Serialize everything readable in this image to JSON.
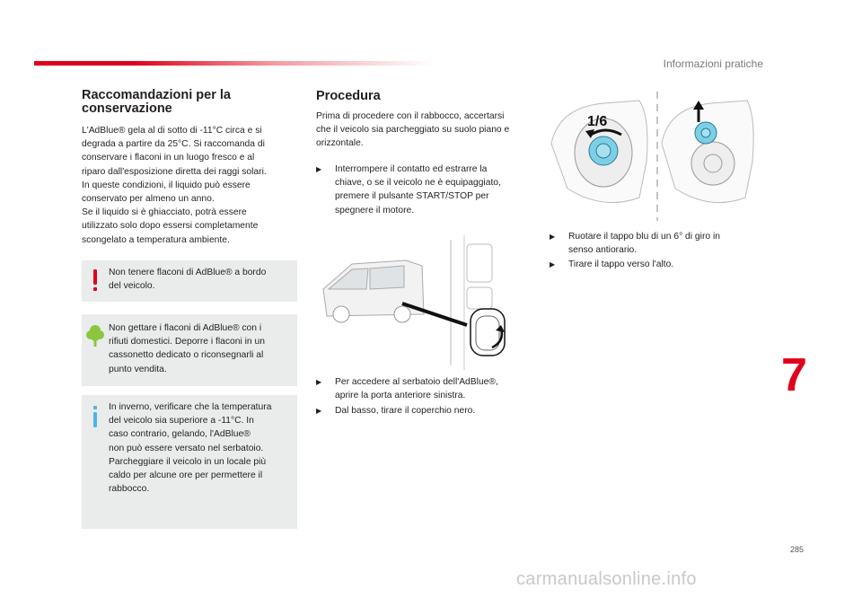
{
  "header": {
    "section_title": "Informazioni pratiche"
  },
  "left": {
    "title_line1": "Raccomandazioni per la",
    "title_line2": "conservazione",
    "para": [
      "L'AdBlue® gela al di sotto di -11°C circa e si",
      "degrada a partire da 25°C. Si raccomanda di",
      "conservare i flaconi in un luogo fresco e al",
      "riparo dall'esposizione diretta dei raggi solari.",
      "In queste condizioni, il liquido può essere",
      "conservato per almeno un anno.",
      "Se il liquido si è ghiacciato, potrà essere",
      "utilizzato solo dopo essersi completamente",
      "scongelato a temperatura ambiente."
    ],
    "warning_box": [
      "Non tenere flaconi di AdBlue® a bordo",
      "del veicolo."
    ],
    "eco_box": [
      "Non gettare i flaconi di AdBlue® con i",
      "rifiuti domestici. Deporre i flaconi in un",
      "cassonetto dedicato o riconsegnarli al",
      "punto vendita."
    ],
    "info_box": [
      "In inverno, verificare che la temperatura",
      "del veicolo sia superiore a -11°C. In",
      "caso contrario, gelando, l'AdBlue®",
      "non può essere versato nel serbatoio.",
      "Parcheggiare il veicolo in un locale più",
      "caldo per alcune ore per permettere il",
      "rabbocco."
    ]
  },
  "middle": {
    "title": "Procedura",
    "intro": [
      "Prima di procedere con il rabbocco, accertarsi",
      "che il veicolo sia parcheggiato su suolo piano e",
      "orizzontale."
    ],
    "bullet_marker": "",
    "step1": [
      "Interrompere il contatto ed estrarre la",
      "chiave, o se il veicolo ne è equipaggiato,",
      "premere il pulsante START/STOP per",
      "spegnere il motore."
    ],
    "step2": [
      "Per accedere al serbatoio dell'AdBlue®,",
      "aprire la porta anteriore sinistra."
    ],
    "step3": [
      "Dal basso, tirare il coperchio nero."
    ]
  },
  "right": {
    "cap_label": "1/6",
    "step4": [
      "Ruotare il tappo blu di un 6° di giro in",
      "senso antiorario."
    ],
    "step5": [
      "Tirare il tappo verso l'alto."
    ]
  },
  "chapter_number": "7",
  "page_number": "285",
  "watermark": "carmanualsonline.info",
  "colors": {
    "accent_red": "#e2001a",
    "box_bg": "#eaeceb",
    "eco_green": "#8cc63f",
    "info_blue": "#4fb3e8",
    "cap_blue": "#7ecfe6"
  }
}
